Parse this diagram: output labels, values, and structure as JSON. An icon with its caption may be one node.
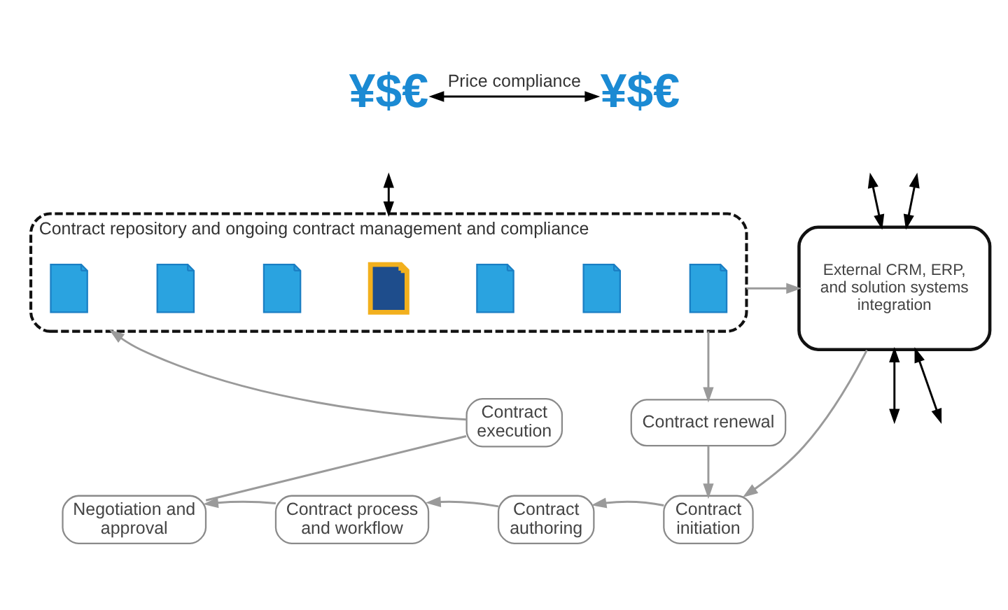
{
  "diagram": {
    "nodes": [
      {
        "text": [
          "¥$€"
        ]
      },
      {
        "text": [
          "¥$€"
        ]
      },
      {
        "text": [
          "Contract repository and ongoing contract management and compliance"
        ]
      },
      {
        "text": [],
        "shape": "picture",
        "in": 2
      },
      {
        "text": [],
        "shape": "picture",
        "in": 2
      },
      {
        "text": [],
        "shape": "picture",
        "in": 2
      },
      {
        "text": [],
        "shape": "picture",
        "in": 2
      },
      {
        "text": [],
        "shape": "picture",
        "in": 2
      },
      {
        "text": [],
        "shape": "picture",
        "in": 2
      },
      {
        "text": [],
        "shape": "picture",
        "in": 2
      },
      {
        "text": [
          "External CRM, ERP, and solution systems integration"
        ]
      },
      {
        "text": [
          "Contract execution"
        ]
      },
      {
        "text": [
          "Contract renewal"
        ]
      },
      {
        "text": [
          "Negotiation and approval"
        ]
      },
      {
        "text": [
          "Contract process and workflow"
        ]
      },
      {
        "text": [
          "Contract authoring"
        ]
      },
      {
        "text": [
          "Contract initiation"
        ]
      }
    ],
    "edges": [
      {
        "from": 0,
        "to": 1,
        "arrow": "both",
        "label": "Price compliance",
        "color": "#000000"
      },
      {
        "from": null,
        "to": 2,
        "arrow": "both",
        "color": "#000000"
      },
      {
        "from": null,
        "to": 10,
        "arrow": "both",
        "color": "#000000"
      },
      {
        "from": null,
        "to": 10,
        "arrow": "both",
        "color": "#000000"
      },
      {
        "from": 10,
        "to": null,
        "arrow": "both",
        "color": "#000000"
      },
      {
        "from": 10,
        "to": null,
        "arrow": "both",
        "color": "#000000"
      },
      {
        "from": 2,
        "to": 10,
        "arrow": "to"
      },
      {
        "from": 2,
        "to": 12,
        "arrow": "to"
      },
      {
        "from": 10,
        "to": 16,
        "arrow": "to"
      },
      {
        "from": 12,
        "to": 16,
        "arrow": "to"
      },
      {
        "from": 16,
        "to": 15,
        "arrow": "to"
      },
      {
        "from": 15,
        "to": 14,
        "arrow": "to"
      },
      {
        "from": 14,
        "to": 13,
        "arrow": "to"
      },
      {
        "from": 13,
        "to": 11,
        "arrow": "none"
      },
      {
        "from": 11,
        "to": 2,
        "arrow": "to"
      }
    ]
  }
}
